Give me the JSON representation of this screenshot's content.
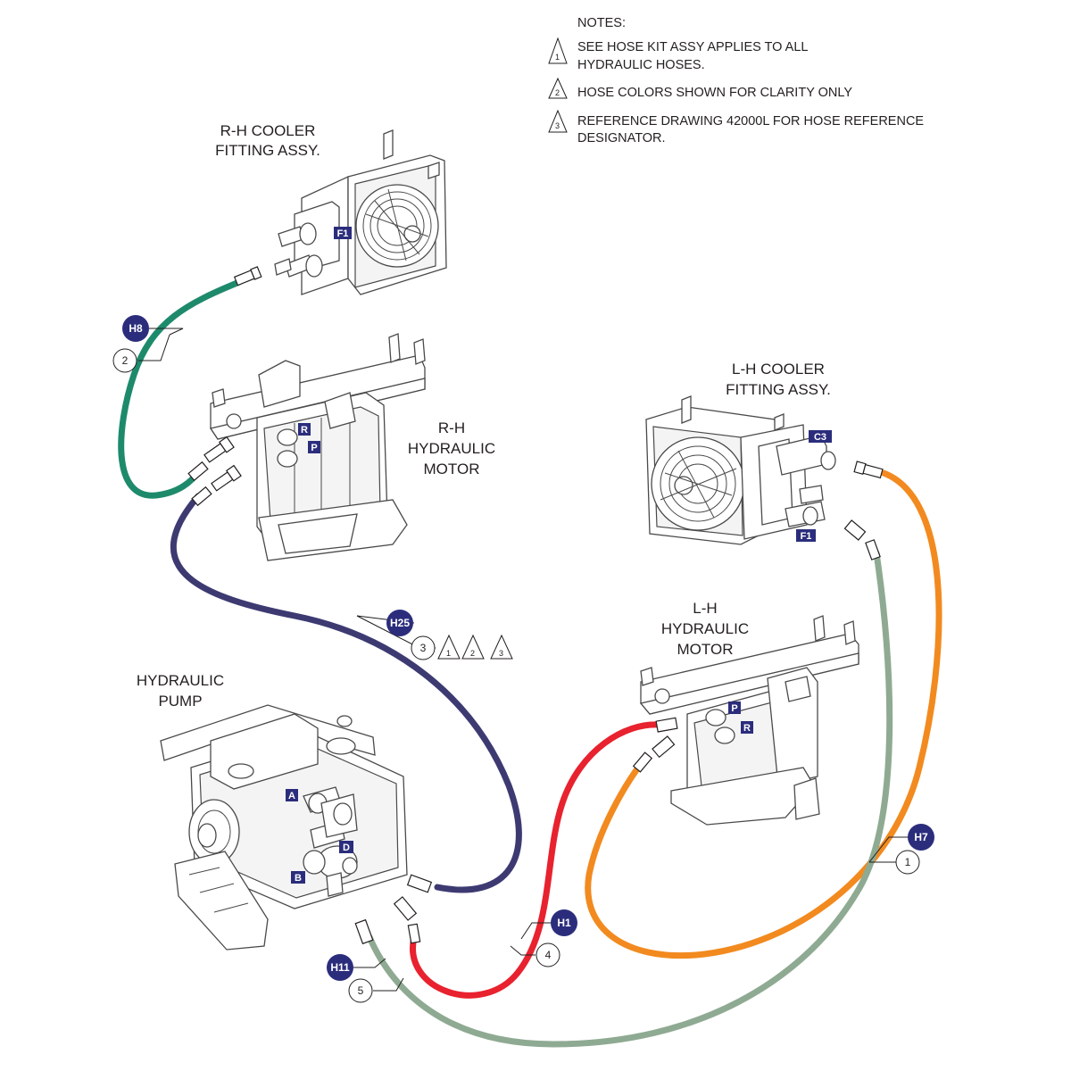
{
  "notes": {
    "heading": "NOTES:",
    "items": [
      {
        "flag": "1",
        "lines": [
          "SEE HOSE KIT ASSY APPLIES TO ALL",
          "HYDRAULIC HOSES."
        ]
      },
      {
        "flag": "2",
        "lines": [
          "HOSE COLORS SHOWN FOR CLARITY ONLY"
        ]
      },
      {
        "flag": "3",
        "lines": [
          "REFERENCE DRAWING 42000L FOR HOSE REFERENCE",
          "DESIGNATOR."
        ]
      }
    ]
  },
  "components": {
    "rh_cooler": [
      "R-H COOLER",
      "FITTING ASSY."
    ],
    "rh_motor": [
      "R-H",
      "HYDRAULIC",
      "MOTOR"
    ],
    "lh_cooler": [
      "L-H COOLER",
      "FITTING ASSY."
    ],
    "lh_motor": [
      "L-H",
      "HYDRAULIC",
      "MOTOR"
    ],
    "pump": [
      "HYDRAULIC",
      "PUMP"
    ]
  },
  "port_tags": {
    "rh_cooler_f1": "F1",
    "rh_motor_r": "R",
    "rh_motor_p": "P",
    "lh_cooler_c3": "C3",
    "lh_cooler_f1": "F1",
    "lh_motor_p": "P",
    "lh_motor_r": "R",
    "pump_a": "A",
    "pump_d": "D",
    "pump_b": "B"
  },
  "hoses": [
    {
      "designator": "H8",
      "item": "2",
      "color": "#1e8a6c",
      "flags": []
    },
    {
      "designator": "H25",
      "item": "3",
      "color": "#3d3a72",
      "flags": [
        "1",
        "2",
        "3"
      ]
    },
    {
      "designator": "H7",
      "item": "1",
      "color": "#f28a1f",
      "flags": []
    },
    {
      "designator": "H1",
      "item": "4",
      "color": "#e8222e",
      "flags": []
    },
    {
      "designator": "H11",
      "item": "5",
      "color": "#8faa92",
      "flags": []
    }
  ],
  "colors": {
    "tag_fill": "#2b2d7c",
    "line": "#231f20"
  }
}
